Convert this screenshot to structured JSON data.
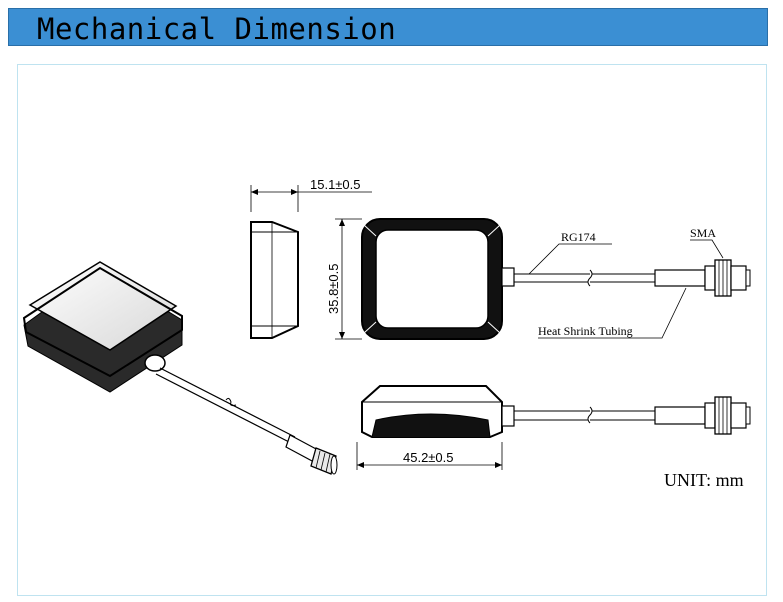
{
  "header": {
    "title": "Mechanical Dimension"
  },
  "diagram": {
    "width_dim": "15.1±0.5",
    "height_dim": "35.8±0.5",
    "length_dim": "45.2±0.5",
    "cable_label": "RG174",
    "connector_label": "SMA",
    "tubing_label": "Heat Shrink Tubing",
    "unit_label": "UNIT: mm"
  }
}
